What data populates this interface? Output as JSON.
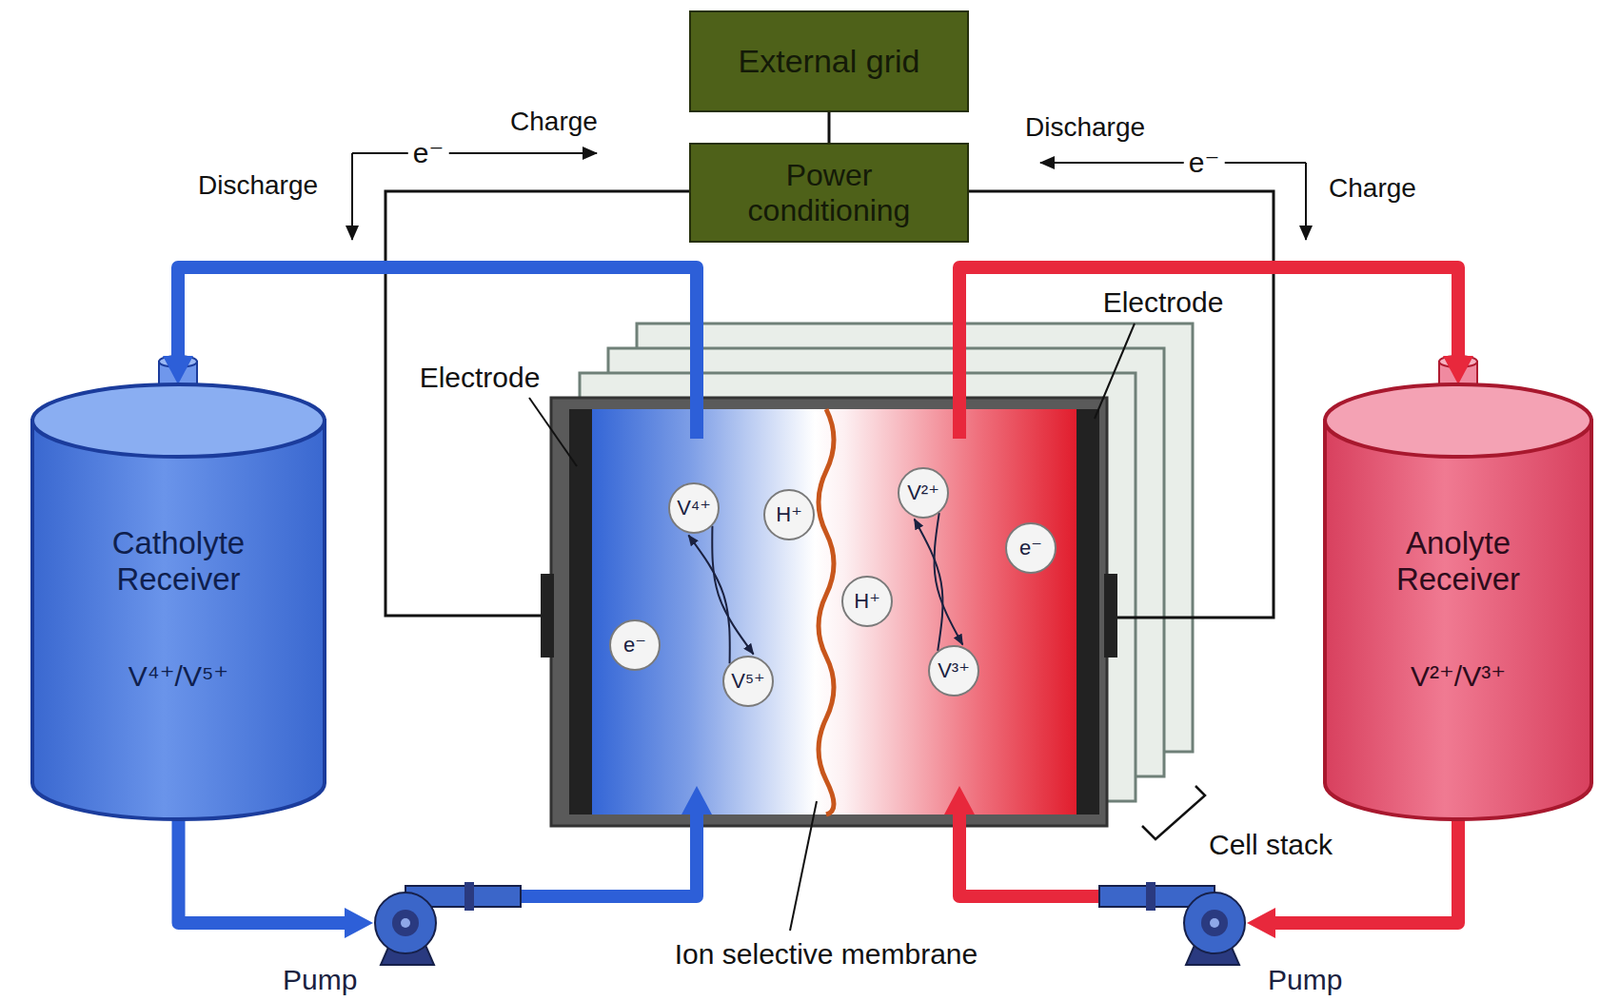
{
  "diagram": {
    "nodes": [
      {
        "text": [
          "External grid"
        ]
      },
      {
        "text": [
          "Power conditioning"
        ]
      },
      {
        "text": [
          "Catholyte Receiver",
          "V⁴⁺/V⁵⁺"
        ]
      },
      {
        "text": [
          "V⁴⁺"
        ]
      },
      {
        "text": [
          "H⁺"
        ]
      },
      {
        "text": [
          "e⁻"
        ]
      },
      {
        "text": [
          "V⁵⁺"
        ]
      },
      {
        "text": [
          "H⁺"
        ]
      },
      {
        "text": [
          "V²⁺"
        ]
      },
      {
        "text": [
          "e⁻"
        ]
      },
      {
        "text": [
          "V³⁺"
        ]
      },
      {
        "text": [
          "Anolyte Receiver",
          "V²⁺/V³⁺"
        ]
      },
      {
        "text": [
          "Pump"
        ]
      },
      {
        "text": [
          "Pump"
        ]
      }
    ],
    "edges": [
      {
        "from": 0,
        "to": 1,
        "arrow": "none"
      },
      {
        "from": 3,
        "to": 6,
        "arrow": "to"
      },
      {
        "from": 6,
        "to": 3,
        "arrow": "to"
      },
      {
        "from": 8,
        "to": 10,
        "arrow": "to"
      },
      {
        "from": 10,
        "to": 8,
        "arrow": "to"
      },
      {
        "from": 2,
        "to": 12,
        "arrow": "to"
      },
      {
        "from": 11,
        "to": 13,
        "arrow": "to"
      }
    ],
    "labels": [
      "Charge",
      "Discharge",
      "e⁻",
      "Discharge",
      "e⁻",
      "Charge",
      "Electrode",
      "Electrode",
      "Cell stack",
      "Ion selective membrane"
    ]
  }
}
